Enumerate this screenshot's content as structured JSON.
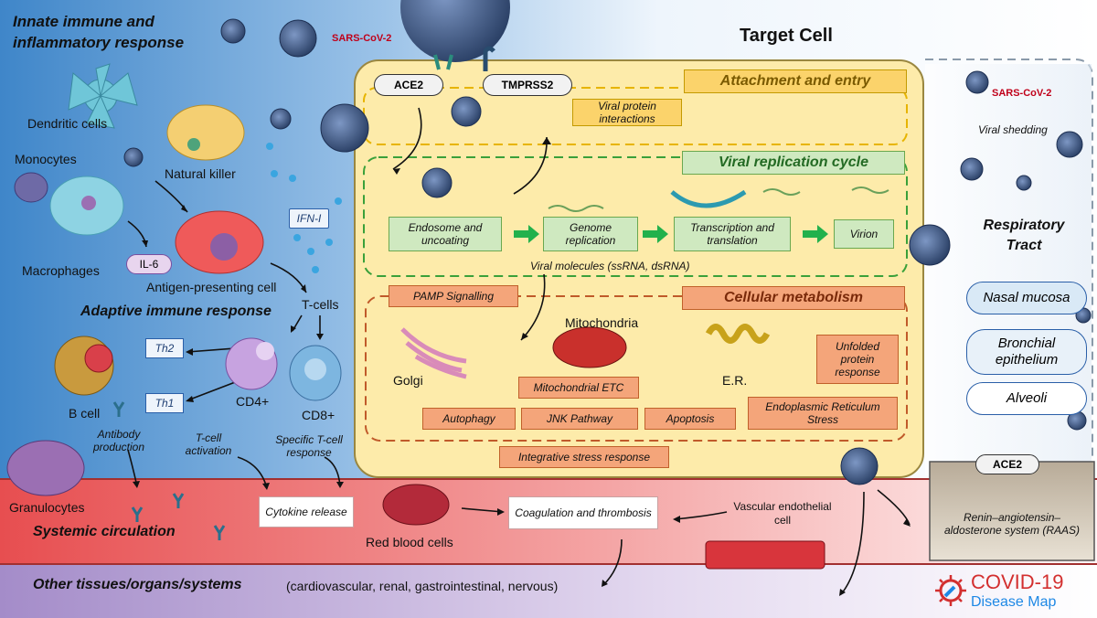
{
  "headers": {
    "innate": "Innate immune and inflammatory response",
    "adaptive": "Adaptive immune response",
    "systemic": "Systemic circulation",
    "other": "Other tissues/organs/systems",
    "other_list": "(cardiovascular, renal, gastrointestinal, nervous)",
    "target_cell": "Target Cell",
    "respiratory": "Respiratory Tract"
  },
  "virus": {
    "label_top": "SARS-CoV-2",
    "label_right": "SARS-CoV-2",
    "shedding": "Viral shedding"
  },
  "cells": {
    "dendritic": "Dendritic cells",
    "monocytes": "Monocytes",
    "natural_killer": "Natural killer",
    "macrophages": "Macrophages",
    "apc": "Antigen-presenting cell",
    "t_cells": "T-cells",
    "b_cell": "B cell",
    "cd4": "CD4+",
    "cd8": "CD8+",
    "granulocytes": "Granulocytes",
    "red_blood_cells": "Red blood cells",
    "vascular": "Vascular endothelial cell",
    "golgi": "Golgi",
    "mitochondria": "Mitochondria",
    "er": "E.R."
  },
  "tags": {
    "ifn": "IFN-I",
    "il6": "IL-6",
    "th2": "Th2",
    "th1": "Th1",
    "ace2": "ACE2",
    "tmprss2": "TMPRSS2",
    "ace2_raas": "ACE2"
  },
  "process_labels": {
    "antibody": "Antibody production",
    "tcell_activation": "T-cell activation",
    "specific_tcell": "Specific T-cell response",
    "viral_molecules": "Viral  molecules (ssRNA, dsRNA)"
  },
  "sections": {
    "attachment": "Attachment and entry",
    "replication": "Viral replication cycle",
    "metabolism": "Cellular metabolism"
  },
  "boxes": {
    "viral_protein": "Viral protein interactions",
    "endosome": "Endosome and uncoating",
    "genome": "Genome replication",
    "transcription": "Transcription and translation",
    "virion": "Virion",
    "pamp": "PAMP Signalling",
    "unfolded": "Unfolded protein response",
    "mito_etc": "Mitochondrial ETC",
    "autophagy": "Autophagy",
    "jnk": "JNK Pathway",
    "apoptosis": "Apoptosis",
    "er_stress": "Endoplasmic Reticulum Stress",
    "integrative": "Integrative stress response",
    "cytokine": "Cytokine release",
    "coagulation": "Coagulation and thrombosis",
    "raas": "Renin–angiotensin–aldosterone system (RAAS)"
  },
  "tissues": [
    "Nasal mucosa",
    "Bronchial epithelium",
    "Alveoli"
  ],
  "logo": {
    "line1": "COVID-19",
    "line2": "Disease Map"
  },
  "colors": {
    "blue_bg": "#3b86c8",
    "red_band": "#e85a5a",
    "purple_band": "#b9a3d3",
    "cell_fill": "#fdeaa3",
    "virus": "#34507e"
  }
}
